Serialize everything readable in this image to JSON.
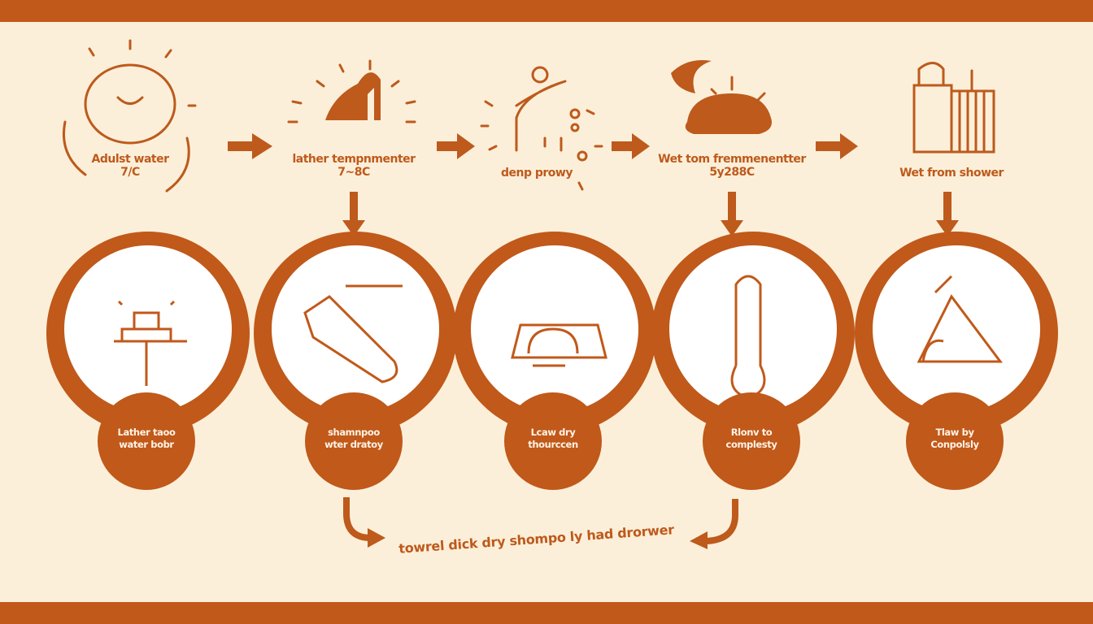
{
  "colors": {
    "brand": "#c0591a",
    "background": "#fcefd9",
    "circle_fill": "#ffffff"
  },
  "top_steps": [
    {
      "label": "Adulst water",
      "sub": "7/C",
      "icon": "sun-icon"
    },
    {
      "label": "lather tempnmenter",
      "sub": "7~8C",
      "icon": "shower-head-icon"
    },
    {
      "label": "denp prowy",
      "sub": "",
      "icon": "spray-icon"
    },
    {
      "label": "Wet tom fremmenentter",
      "sub": "5y288C",
      "icon": "cloud-icon"
    },
    {
      "label": "Wet from shower",
      "sub": "",
      "icon": "cabinet-icon"
    }
  ],
  "bottom_steps": [
    {
      "line1": "Lather taoo",
      "line2": "water bobr",
      "icon": "faucet-icon"
    },
    {
      "line1": "shamnpoo",
      "line2": "wter dratoy",
      "icon": "hair-dryer-icon"
    },
    {
      "line1": "Lcaw dry",
      "line2": "thourccen",
      "icon": "device-icon"
    },
    {
      "line1": "Rlonv to",
      "line2": "complesty",
      "icon": "thermometer-icon"
    },
    {
      "line1": "Tlaw by",
      "line2": "Conpolsly",
      "icon": "towel-icon"
    }
  ],
  "footer_note": "towrel dick dry shompo ly had drorwer"
}
